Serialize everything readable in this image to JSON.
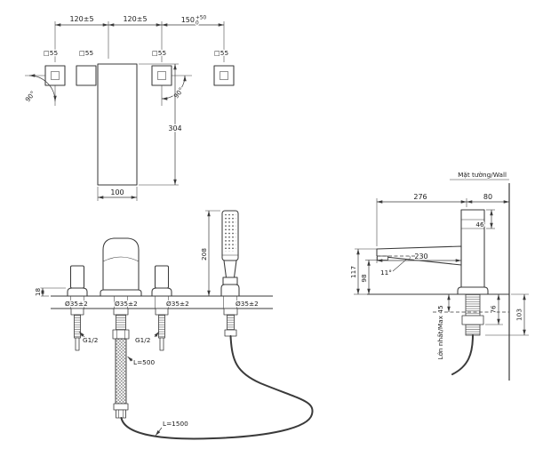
{
  "meta": {
    "background": "#ffffff",
    "line_color": "#3a3a3a"
  },
  "top_view": {
    "dims": {
      "d120a": "120±5",
      "d120b": "120±5",
      "d150": "150",
      "d150_sup": "+50",
      "d150_sub": "0",
      "d304": "304",
      "d100": "100"
    },
    "sq55": [
      "□55",
      "□55",
      "□55",
      "□55"
    ],
    "angles": [
      "90°",
      "90°"
    ]
  },
  "front_view": {
    "dims": {
      "d18": "18",
      "d208": "208"
    },
    "holes": [
      "Ø35±2",
      "Ø35±2",
      "Ø35±2",
      "Ø35±2"
    ],
    "threads": [
      "G1/2",
      "G1/2"
    ],
    "hoses": {
      "short": "L=500",
      "long": "L=1500"
    }
  },
  "side_view": {
    "wall_label": "Mặt tường/Wall",
    "max_label": "Lớn nhất/Max 45",
    "dims": {
      "d276": "276",
      "d80": "80",
      "d46": "46",
      "d230": "230",
      "d117": "117",
      "d98": "98",
      "d11": "11°",
      "d76": "76",
      "d103": "103"
    }
  }
}
